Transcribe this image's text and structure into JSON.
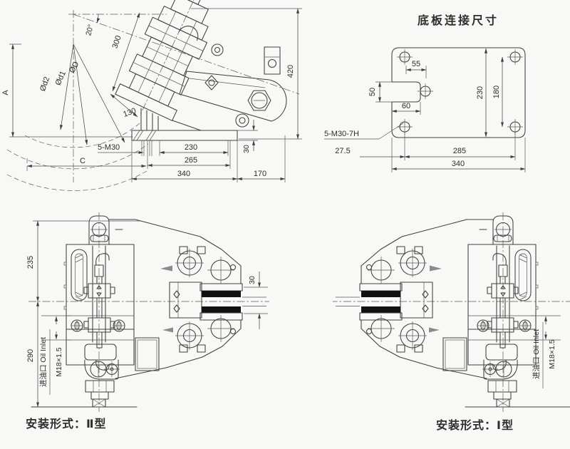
{
  "canvas": {
    "background": "#f8f8f6",
    "ink": "#3f3f3f",
    "pad_color": "#111111"
  },
  "side_view": {
    "angle": "20°",
    "dim_300": "300",
    "dim_420": "420",
    "dim_130": "130",
    "dim_a": "A",
    "dim_c": "C",
    "dia_outer": "ØD",
    "dia_mid": "Ød1",
    "dia_inner": "Ød2",
    "thread_callout": "5-M30",
    "dim_230": "230",
    "dim_265": "265",
    "dim_340": "340",
    "dim_170": "170",
    "dim_30": "30"
  },
  "base_plate_view": {
    "title": "底板连接尺寸",
    "dim_55": "55",
    "dim_50": "50",
    "dim_60": "60",
    "dim_230": "230",
    "dim_180": "180",
    "dim_27_5": "27.5",
    "dim_285": "285",
    "dim_340": "340",
    "thread_callout": "5-M30-7H"
  },
  "front_view_type_ii": {
    "dim_235": "235",
    "dim_290": "290",
    "dim_30": "30",
    "oil_inlet_label": "进油口 Oil Inlet",
    "oil_inlet_thread": "M18×1.5",
    "caption": "安装形式：Ⅱ型"
  },
  "front_view_type_i": {
    "oil_inlet_label": "进油口 Oil Inlet",
    "oil_inlet_thread": "M18×1.5",
    "caption": "安装形式：Ⅰ型"
  }
}
